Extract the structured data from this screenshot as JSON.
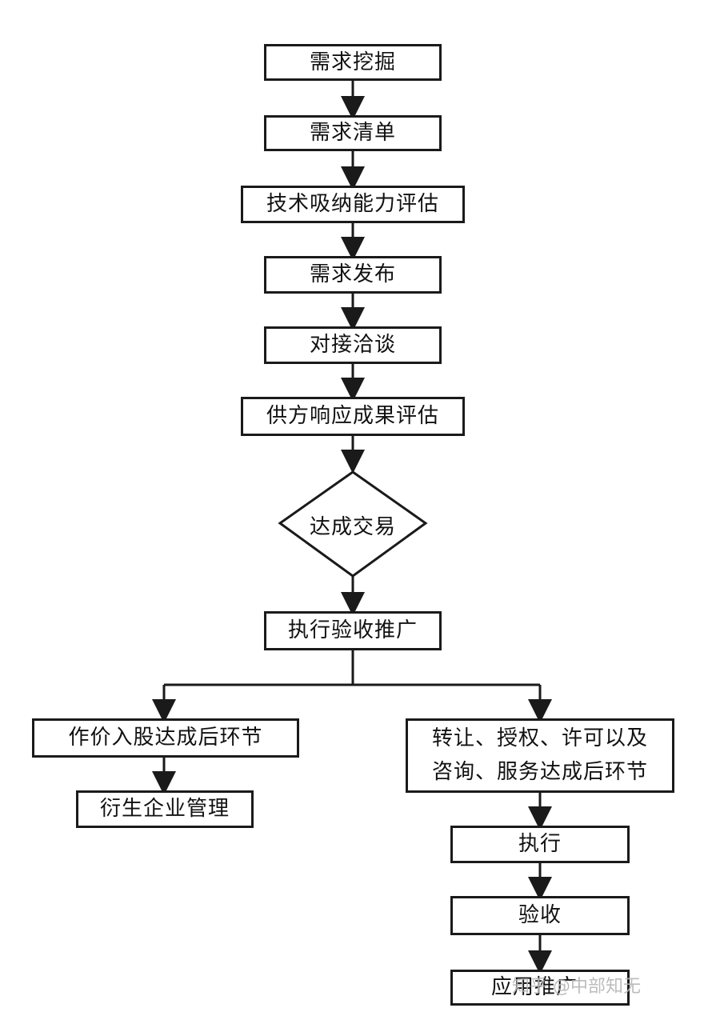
{
  "flow": {
    "step1": "需求挖掘",
    "step2": "需求清单",
    "step3": "技术吸纳能力评估",
    "step4": "需求发布",
    "step5": "对接洽谈",
    "step6": "供方响应成果评估",
    "decision": "达成交易",
    "step7": "执行验收推广",
    "left_branch": {
      "box1": "作价入股达成后环节",
      "box2": "衍生企业管理"
    },
    "right_branch": {
      "box1_line1": "转让、授权、许可以及",
      "box1_line2": "咨询、服务达成后环节",
      "box2": "执行",
      "box3": "验收",
      "box4": "应用推广"
    }
  },
  "watermark": "知乎 @中部知无"
}
